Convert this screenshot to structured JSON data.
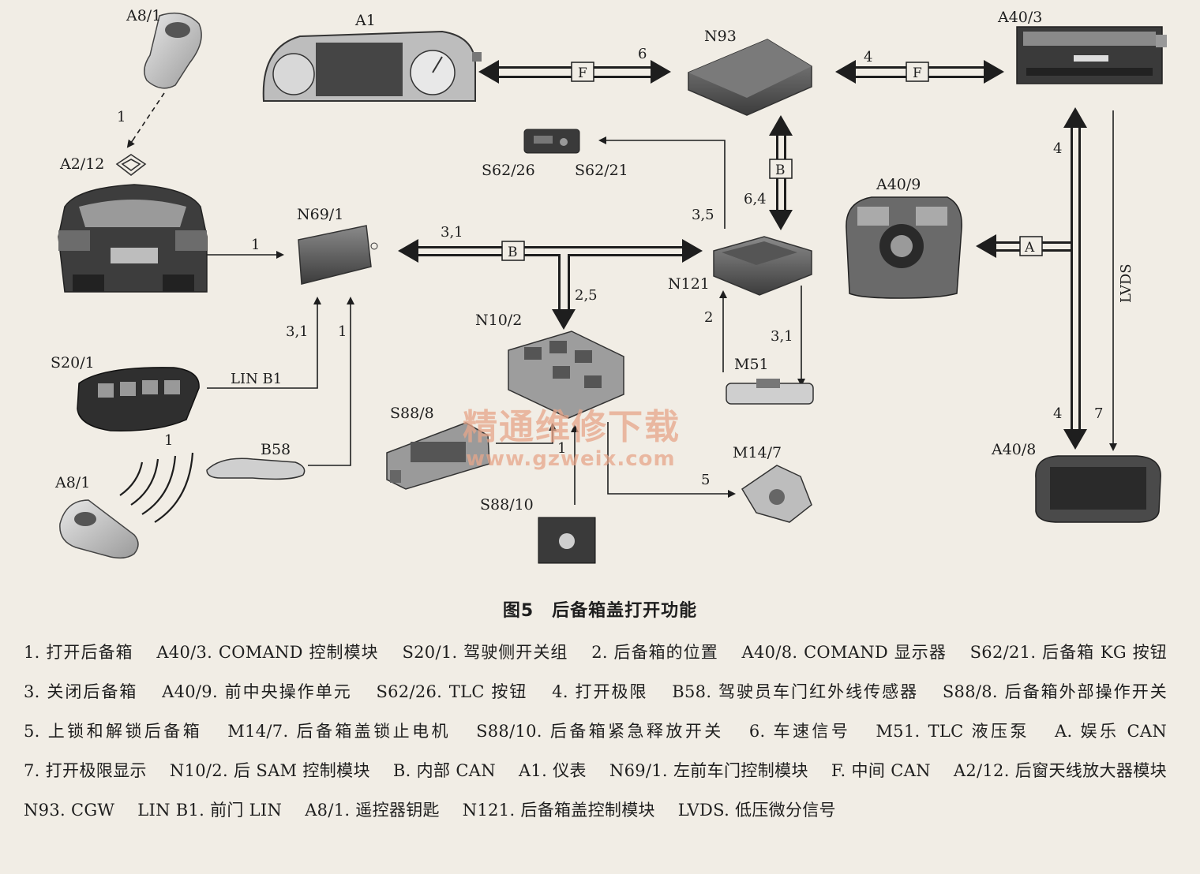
{
  "labels": {
    "A8_1_top": "A8/1",
    "A1": "A1",
    "N93": "N93",
    "A40_3": "A40/3",
    "A2_12": "A2/12",
    "S62_26": "S62/26",
    "S62_21": "S62/21",
    "N69_1": "N69/1",
    "A40_9": "A40/9",
    "N121": "N121",
    "N10_2": "N10/2",
    "M51": "M51",
    "S20_1": "S20/1",
    "S88_8": "S88/8",
    "B58": "B58",
    "M14_7": "M14/7",
    "A40_8": "A40/8",
    "A8_1_bottom": "A8/1",
    "S88_10": "S88/10"
  },
  "connection_labels": {
    "n1_remote": "1",
    "n1_car": "1",
    "n6": "6",
    "n4_top": "4",
    "n6_4": "6,4",
    "n3_5": "3,5",
    "n3_1_bus": "3,1",
    "n2_5": "2,5",
    "n3_1_n69": "3,1",
    "n1_n69": "1",
    "n2": "2",
    "n3_1_m51": "3,1",
    "n1_remote_bottom": "1",
    "n1_s88": "1",
    "n5": "5",
    "n4_vert_top": "4",
    "n4_vert_bottom": "4",
    "n7": "7",
    "lin_b1": "LIN B1",
    "lvds": "LVDS",
    "bus_f_left": "F",
    "bus_f_right": "F",
    "bus_b_mid": "B",
    "bus_b_vert": "B",
    "bus_a": "A"
  },
  "watermark": {
    "cn": "精通维修下载",
    "url": "www.gzweix.com"
  },
  "caption": "图5　后备箱盖打开功能",
  "legend": [
    "1. 打开后备箱",
    "A40/3. COMAND 控制模块",
    "S20/1. 驾驶侧开关组",
    "2. 后备箱的位置",
    "A40/8. COMAND 显示器",
    "S62/21. 后备箱 KG 按钮",
    "3. 关闭后备箱",
    "A40/9. 前中央操作单元",
    "S62/26. TLC 按钮",
    "4. 打开极限",
    "B58. 驾驶员车门红外线传感器",
    "S88/8. 后备箱外部操作开关",
    "5. 上锁和解锁后备箱",
    "M14/7. 后备箱盖锁止电机",
    "S88/10. 后备箱紧急释放开关",
    "6. 车速信号",
    "M51. TLC 液压泵",
    "A. 娱乐 CAN",
    "7. 打开极限显示",
    "N10/2. 后 SAM 控制模块",
    "B. 内部 CAN",
    "A1. 仪表",
    "N69/1. 左前车门控制模块",
    "F. 中间 CAN",
    "A2/12. 后窗天线放大器模块",
    "N93. CGW",
    "LIN B1. 前门 LIN",
    "A8/1. 遥控器钥匙",
    "N121. 后备箱盖控制模块",
    "LVDS. 低压微分信号"
  ]
}
